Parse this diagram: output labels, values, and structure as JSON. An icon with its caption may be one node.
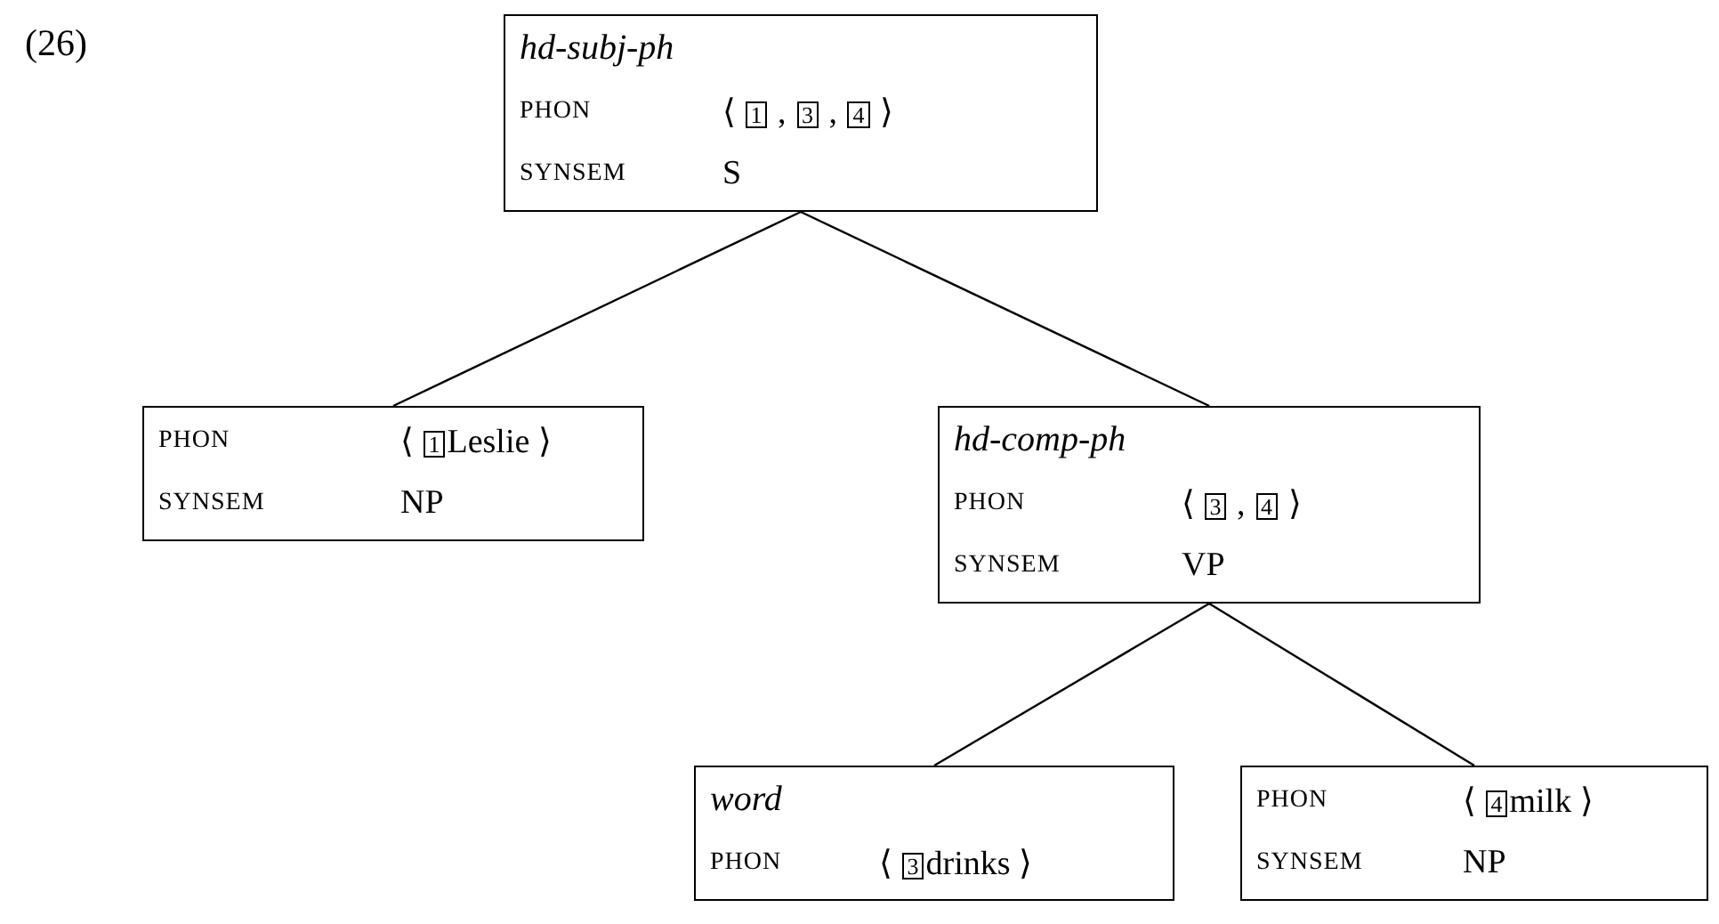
{
  "diagram": {
    "nodes": [
      {
        "text": [
          "hd-subj-ph",
          "PHON",
          "⟨ 1 , 3 , 4 ⟩",
          "SYNSEM",
          "S"
        ]
      },
      {
        "text": [
          "PHON",
          "⟨ 1Leslie ⟩",
          "SYNSEM",
          "NP"
        ]
      },
      {
        "text": [
          "hd-comp-ph",
          "PHON",
          "⟨ 3 , 4 ⟩",
          "SYNSEM",
          "VP"
        ]
      },
      {
        "text": [
          "word",
          "PHON",
          "⟨ 3drinks ⟩"
        ]
      },
      {
        "text": [
          "PHON",
          "⟨ 4milk ⟩",
          "SYNSEM",
          "NP"
        ]
      }
    ],
    "edges": [
      {
        "from": 0,
        "to": 1,
        "arrow": "none"
      },
      {
        "from": 0,
        "to": 2,
        "arrow": "none"
      },
      {
        "from": 2,
        "to": 3,
        "arrow": "none"
      },
      {
        "from": 2,
        "to": 4,
        "arrow": "none"
      }
    ],
    "labels": [
      "(26)"
    ]
  }
}
